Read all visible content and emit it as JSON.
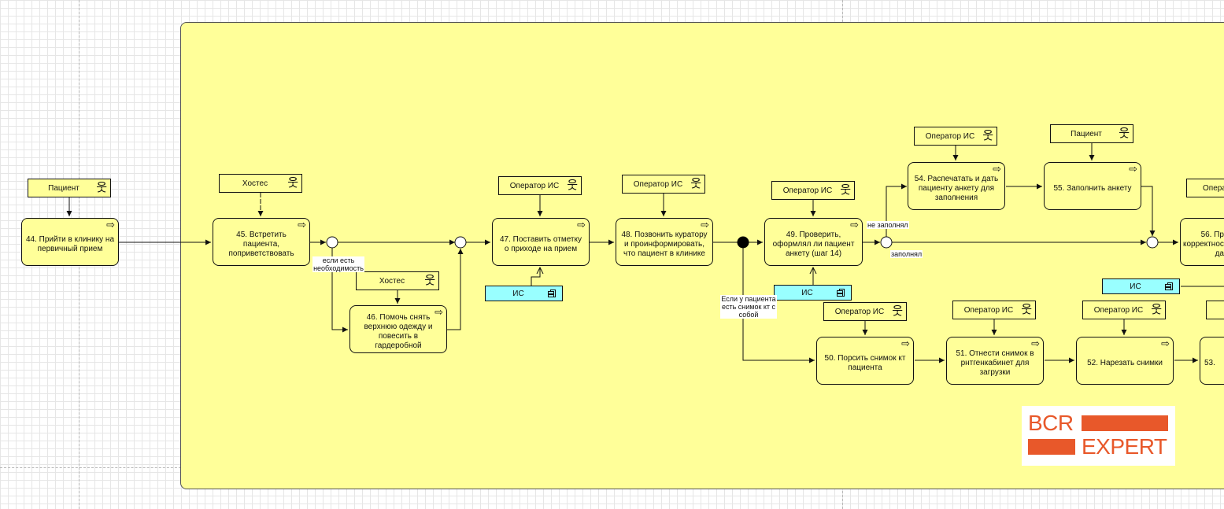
{
  "tasks": [
    {
      "id": "t44",
      "text": "44. Прийти в клинику на первичный прием"
    },
    {
      "id": "t45",
      "text": "45. Встретить пациента, поприветствовать"
    },
    {
      "id": "t46",
      "text": "46. Помочь снять верхнюю одежду и повесить в гардеробной"
    },
    {
      "id": "t47",
      "text": "47. Поставить отметку о приходе на прием"
    },
    {
      "id": "t48",
      "text": "48. Позвонить куратору и проинформировать, что пациент в клинике"
    },
    {
      "id": "t49",
      "text": "49. Проверить, оформлял ли пациент анкету (шаг 14)"
    },
    {
      "id": "t50",
      "text": "50. Порсить снимок кт пациента"
    },
    {
      "id": "t51",
      "text": "51. Отнести снимок в рнтгенкабинет для загрузки"
    },
    {
      "id": "t52",
      "text": "52. Нарезать снимки"
    },
    {
      "id": "t53",
      "text": "53."
    },
    {
      "id": "t54",
      "text": "54. Распечатать и дать пациенту анкету для заполнения"
    },
    {
      "id": "t55",
      "text": "55. Заполнить анкету"
    },
    {
      "id": "t56",
      "text": "56. Пр корректност да"
    }
  ],
  "roles": [
    {
      "id": "r44",
      "text": "Пациент"
    },
    {
      "id": "r45",
      "text": "Хостес"
    },
    {
      "id": "r46",
      "text": "Хостес"
    },
    {
      "id": "r47",
      "text": "Оператор ИС"
    },
    {
      "id": "r48",
      "text": "Оператор ИС"
    },
    {
      "id": "r49",
      "text": "Оператор ИС"
    },
    {
      "id": "r50",
      "text": "Оператор ИС"
    },
    {
      "id": "r51",
      "text": "Оператор ИС"
    },
    {
      "id": "r52",
      "text": "Оператор ИС"
    },
    {
      "id": "r54",
      "text": "Оператор ИС"
    },
    {
      "id": "r55",
      "text": "Пациент"
    },
    {
      "id": "r56",
      "text": "Опера"
    }
  ],
  "systems": [
    {
      "id": "s47",
      "text": "ИС"
    },
    {
      "id": "s49",
      "text": "ИС"
    },
    {
      "id": "s56",
      "text": "ИС"
    }
  ],
  "labels": {
    "if_needed": "если есть необходимость",
    "not_filled": "не заполнял",
    "filled": "заполнял",
    "has_ct": "Если у пациента есть снимок кт с собой"
  },
  "icons": {
    "task": "arrow-right-icon",
    "role": "actor-icon",
    "system": "component-icon"
  },
  "logo": {
    "line1": "BCR",
    "line2": "EXPERT",
    "color": "#e8582a"
  },
  "colors": {
    "pool": "#ffff99",
    "task": "#ffff99",
    "system": "#99ffff",
    "line": "#111111"
  }
}
